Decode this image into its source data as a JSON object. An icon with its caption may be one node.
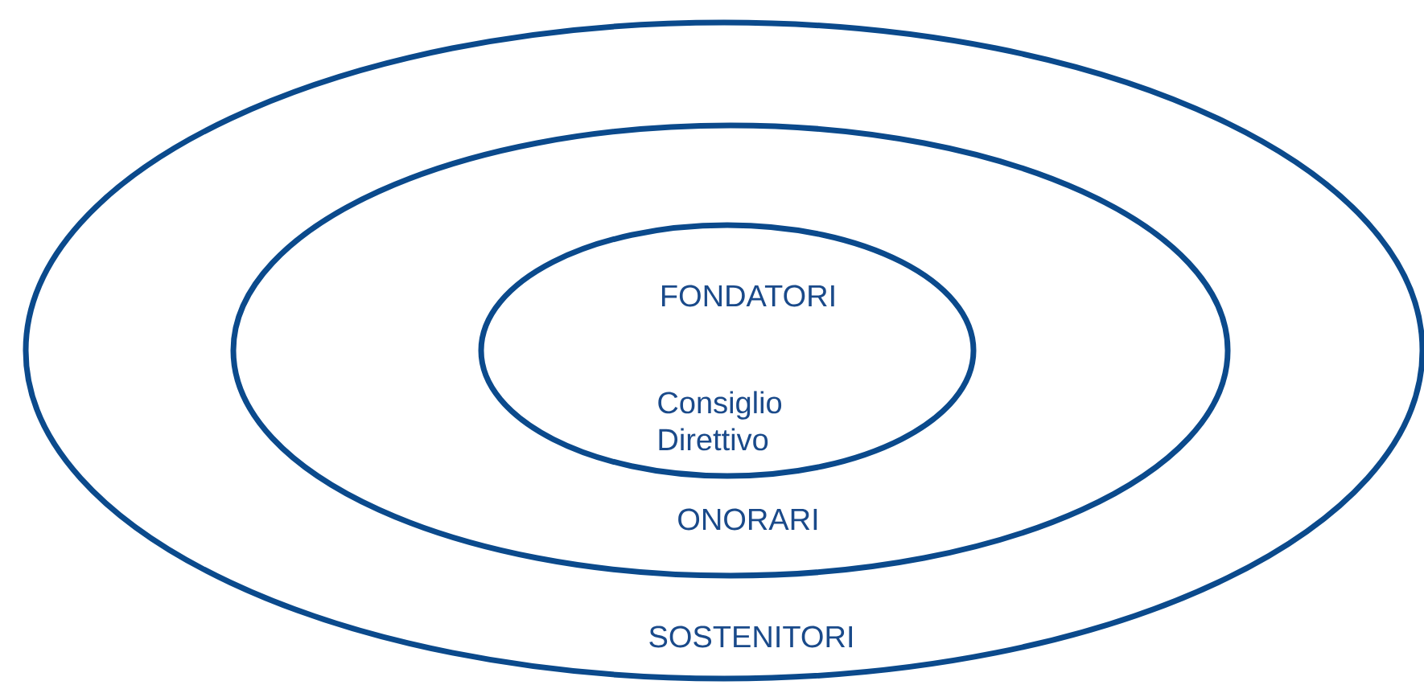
{
  "diagram": {
    "nodes": [
      {
        "text": [
          "SOSTENITORI"
        ]
      },
      {
        "text": [
          "ONORARI"
        ],
        "in": 0
      },
      {
        "text": [
          "FONDATORI",
          "Consiglio Direttivo"
        ],
        "in": 1
      }
    ]
  }
}
